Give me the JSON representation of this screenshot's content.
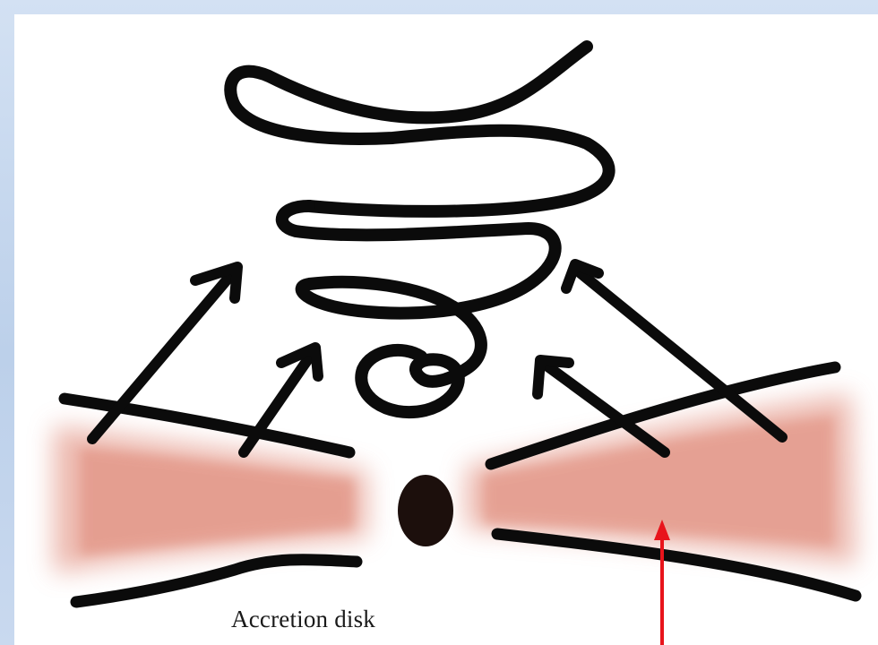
{
  "diagram": {
    "labels": {
      "accretion_disk": "Accretion disk"
    },
    "colors": {
      "background": "#c6d7ee",
      "canvas": "#ffffff",
      "ink": "#0b0b0b",
      "disk_glow": "#e08a78",
      "central_object": "#1c0f0c",
      "pointer_arrow": "#e8141b"
    },
    "icons": [
      "jet-loop",
      "outflow-arrow",
      "central-mass",
      "pointer-arrow"
    ]
  }
}
